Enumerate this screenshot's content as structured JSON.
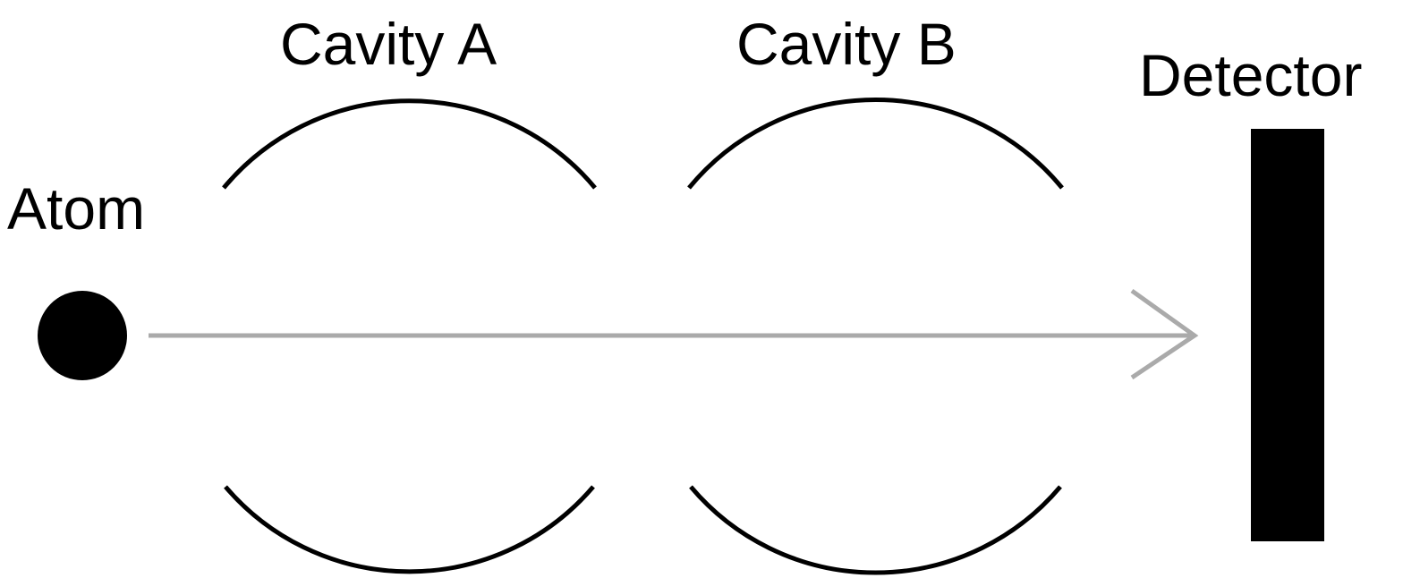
{
  "diagram": {
    "labels": {
      "atom": "Atom",
      "cavity_a": "Cavity A",
      "cavity_b": "Cavity B",
      "detector": "Detector"
    },
    "colors": {
      "ink": "#000000",
      "beam": "#aaaaaa",
      "background": "#ffffff"
    }
  }
}
